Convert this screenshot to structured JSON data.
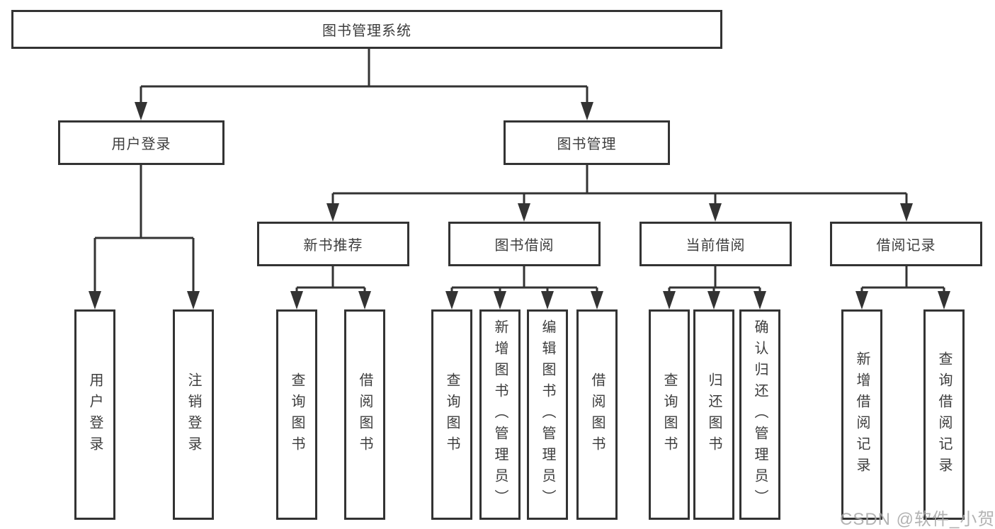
{
  "diagram": {
    "root": {
      "label": "图书管理系统"
    },
    "level1": [
      {
        "label": "用户登录"
      },
      {
        "label": "图书管理"
      }
    ],
    "level2": [
      {
        "label": "新书推荐"
      },
      {
        "label": "图书借阅"
      },
      {
        "label": "当前借阅"
      },
      {
        "label": "借阅记录"
      }
    ],
    "leaves": {
      "user_login": [
        "用户登录",
        "注销登录"
      ],
      "new_book_recommend": [
        "查询图书",
        "借阅图书"
      ],
      "book_borrow": [
        "查询图书",
        "新增图书（管理员）",
        "编辑图书（管理员）",
        "借阅图书"
      ],
      "current_borrow": [
        "查询图书",
        "归还图书",
        "确认归还（管理员）"
      ],
      "borrow_records": [
        "新增借阅记录",
        "查询借阅记录"
      ]
    },
    "watermark": "CSDN @软件_小贺同学",
    "colors": {
      "line": "#333333",
      "text": "#3d3d3d",
      "background": "#ffffff",
      "watermark": "#a9a9a9"
    }
  }
}
